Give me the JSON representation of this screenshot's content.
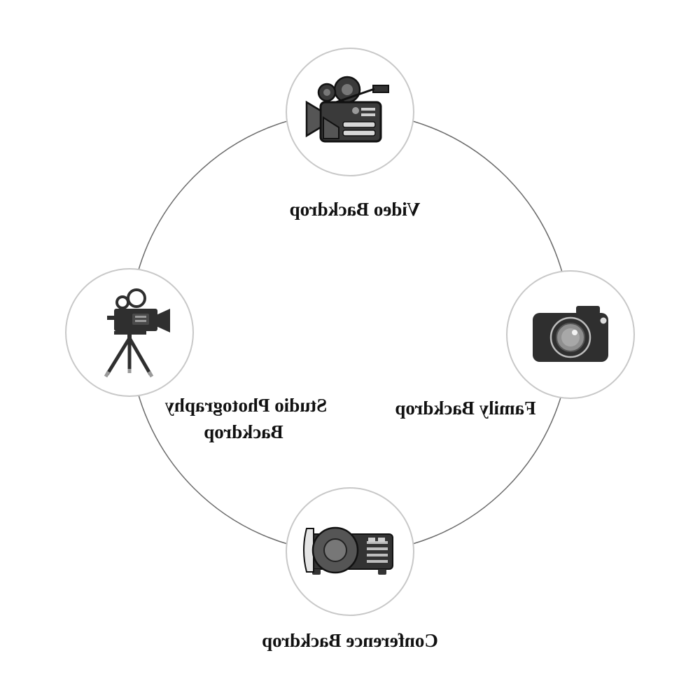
{
  "diagram": {
    "nodes": [
      {
        "id": "video",
        "label": "Video Backdrop",
        "icon": "video-camera-icon"
      },
      {
        "id": "family",
        "label": "Family Backdrop",
        "icon": "photo-camera-icon"
      },
      {
        "id": "conference",
        "label": "Conference Backdrop",
        "icon": "projector-icon"
      },
      {
        "id": "studio",
        "label_lines": [
          "Studio Photography",
          "Backdrop"
        ],
        "icon": "movie-camera-tripod-icon"
      }
    ],
    "colors": {
      "ring": "#6b6b6b",
      "node_border": "#c8c8c8",
      "icon_dark": "#2f2f2f",
      "icon_mid": "#4a4a4a",
      "icon_light": "#9a9a9a",
      "text": "#111111"
    }
  }
}
